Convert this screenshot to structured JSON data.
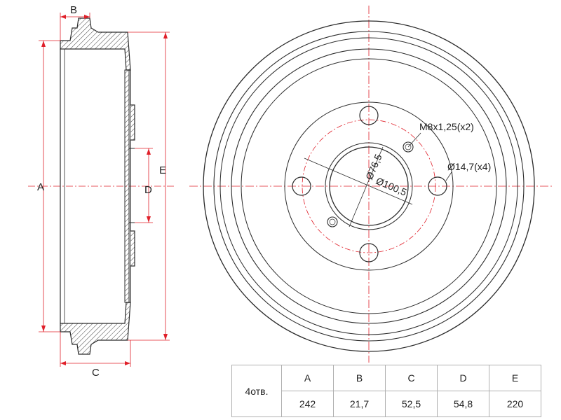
{
  "side_view": {
    "dims": {
      "a": "A",
      "b": "B",
      "c": "C",
      "d": "D",
      "e": "E"
    }
  },
  "front_view": {
    "bolt_circle_diameter": "Ø100,5",
    "center_bore_diameter": "Ø76,5",
    "thread_holes": "M8x1,25(x2)",
    "stud_holes": "Ø14,7(x4)"
  },
  "colors": {
    "outline": "#2b2b2b",
    "dimension": "#e0202a",
    "hatch": "#444444",
    "table_border": "#b0b0b0"
  },
  "spec_table": {
    "row_label": "4отв.",
    "headers": [
      "A",
      "B",
      "C",
      "D",
      "E"
    ],
    "values": [
      "242",
      "21,7",
      "52,5",
      "54,8",
      "220"
    ]
  }
}
